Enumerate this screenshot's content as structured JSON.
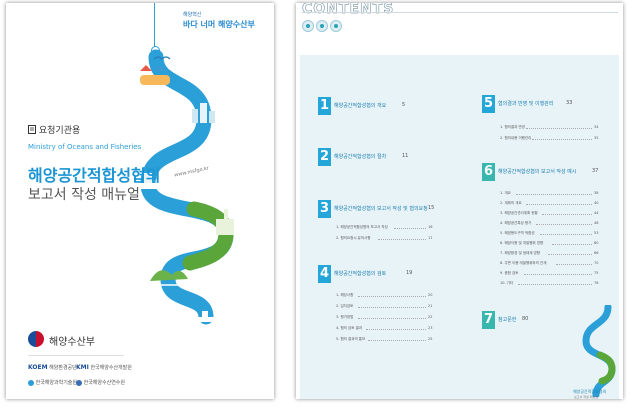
{
  "cover": {
    "slogan_small": "해양혁신",
    "slogan_main": "바다 너머 해양수산부",
    "request_label": "요청기관용",
    "english_title": "Ministry of Oceans and Fisheries",
    "korean_title": "해양공간적합성협의",
    "korean_subtitle": "보고서 작성 매뉴얼",
    "url": "www.msfgo.kr",
    "ministry_name": "해양수산부",
    "partners": [
      {
        "abbr": "KOEM",
        "name": "해양환경공단"
      },
      {
        "abbr": "KMI",
        "name": "한국해양수산개발원"
      },
      {
        "abbr": "",
        "name": "한국해양과학기술원"
      },
      {
        "abbr": "",
        "name": "한국해양수산연수원"
      }
    ]
  },
  "toc": {
    "heading": "CONTENTS",
    "chapters_left": [
      {
        "num": "1",
        "title": "해양공간적합성협의 개요",
        "page": "5",
        "subs": []
      },
      {
        "num": "2",
        "title": "해양공간적합성협의 절차",
        "page": "11",
        "subs": []
      },
      {
        "num": "3",
        "title": "해양공간적합성협의 보고서 작성 및 협의요청",
        "page": "15",
        "subs": [
          {
            "label": "1. 해양공간적합성협의 보고서 작성",
            "page": "16"
          },
          {
            "label": "2. 협의요청시 유의사항",
            "page": "17"
          }
        ]
      },
      {
        "num": "4",
        "title": "해양공간적합성협의 검토",
        "page": "19",
        "subs": [
          {
            "label": "1. 해당사항",
            "page": "20"
          },
          {
            "label": "2. 입지검토",
            "page": "21"
          },
          {
            "label": "3. 평가방법",
            "page": "22"
          },
          {
            "label": "4. 협의 검토 결과",
            "page": "23"
          },
          {
            "label": "5. 협의 결과의 통보",
            "page": "25"
          }
        ]
      }
    ],
    "chapters_right": [
      {
        "num": "5",
        "title": "협의결과 반영 및 이행관리",
        "page": "33",
        "subs": [
          {
            "label": "1. 협의결과 반영",
            "page": "34"
          },
          {
            "label": "2. 협의내용 이행관리",
            "page": "35"
          }
        ]
      },
      {
        "num": "6",
        "title": "해양공간적합성협의 보고서 작성 예시",
        "page": "37",
        "subs": [
          {
            "label": "1. 개요",
            "page": "38"
          },
          {
            "label": "2. 계획의 개요",
            "page": "40"
          },
          {
            "label": "3. 해양공간관리계획 현황",
            "page": "44"
          },
          {
            "label": "4. 해양공간특성 평가",
            "page": "48"
          },
          {
            "label": "5. 해양용도구역 적합성",
            "page": "53"
          },
          {
            "label": "6. 해양이용 및 개발행위 영향",
            "page": "60"
          },
          {
            "label": "7. 해양환경 및 생태계 영향",
            "page": "66"
          },
          {
            "label": "8. 주변 이용·개발행위와의 관계",
            "page": "70"
          },
          {
            "label": "9. 종합 검토",
            "page": "75"
          },
          {
            "label": "10. 기타",
            "page": "76"
          }
        ]
      },
      {
        "num": "7",
        "title": "참고문헌",
        "page": "80",
        "subs": []
      }
    ],
    "mini_title": "해양공간적합성협의",
    "mini_subtitle": "보고서 작성 매뉴얼"
  },
  "colors": {
    "brand_blue": "#1b95d4",
    "chapter_blue": "#25a6d8",
    "chapter_green": "#39b6ae",
    "panel_bg": "#e8f3f7"
  }
}
